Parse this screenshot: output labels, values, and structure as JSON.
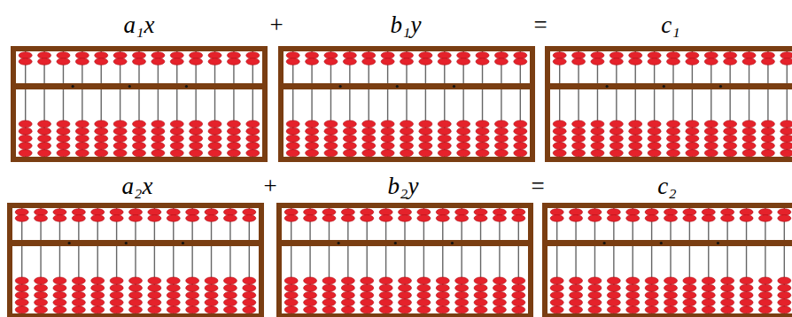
{
  "diagram": {
    "nodes": [
      {
        "text": [
          "a₁x"
        ]
      },
      {
        "text": [
          "b₁y"
        ]
      },
      {
        "text": [
          "c₁"
        ]
      },
      {
        "text": [
          "a₂x"
        ]
      },
      {
        "text": [
          "b₂y"
        ]
      },
      {
        "text": [
          "c₂"
        ]
      }
    ],
    "labels": [
      "+",
      "=",
      "+",
      "="
    ]
  }
}
